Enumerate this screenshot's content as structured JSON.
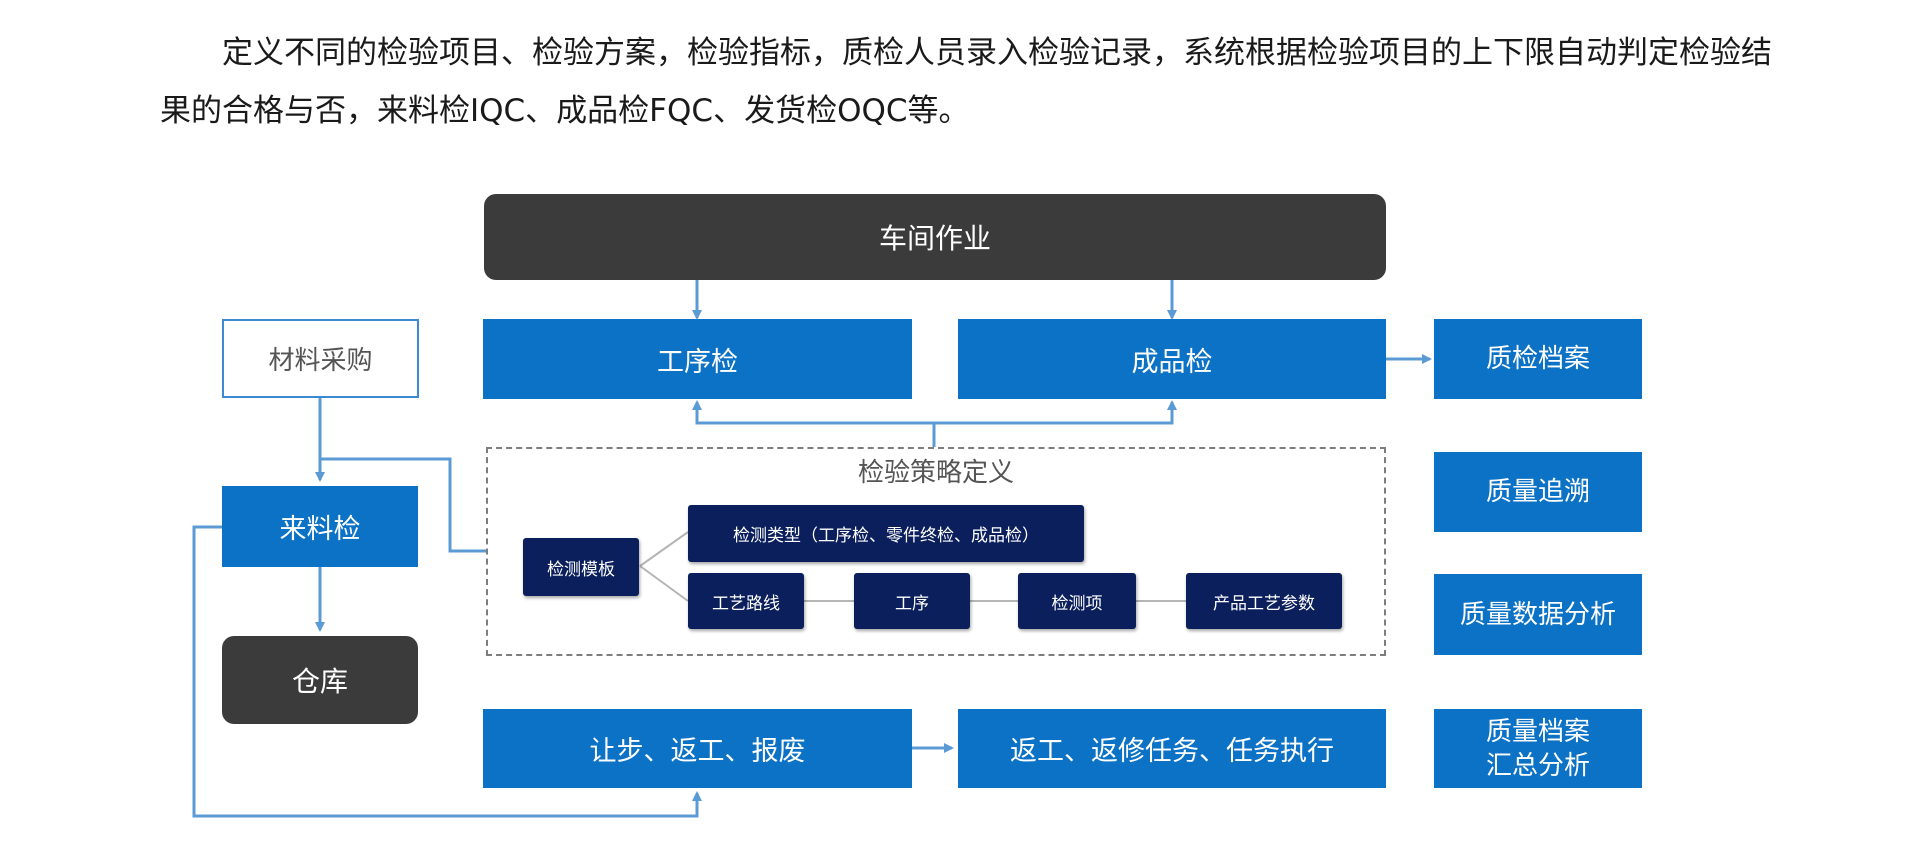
{
  "intro": {
    "text": "定义不同的检验项目、检验方案，检验指标，质检人员录入检验记录，系统根据检验项目的上下限自动判定检验结果的合格与否，来料检IQC、成品检FQC、发货检OQC等。"
  },
  "diagram": {
    "workshop": "车间作业",
    "process_check": "工序检",
    "finished_check": "成品检",
    "material_purchase": "材料采购",
    "incoming_check": "来料检",
    "warehouse": "仓库",
    "strategy": {
      "title": "检验策略定义",
      "template": "检测模板",
      "type": "检测类型（工序检、零件终检、成品检）",
      "route": "工艺路线",
      "process": "工序",
      "item": "检测项",
      "param": "产品工艺参数"
    },
    "concession": "让步、返工、报废",
    "rework": "返工、返修任务、任务执行",
    "right": {
      "archive": "质检档案",
      "trace": "质量追溯",
      "analysis": "质量数据分析",
      "summary": "质量档案\n汇总分析"
    }
  },
  "colors": {
    "blue": "#0c72c6",
    "dark": "#3b3b3b",
    "navy": "#0b1f5c",
    "line": "#5b9bd5"
  }
}
